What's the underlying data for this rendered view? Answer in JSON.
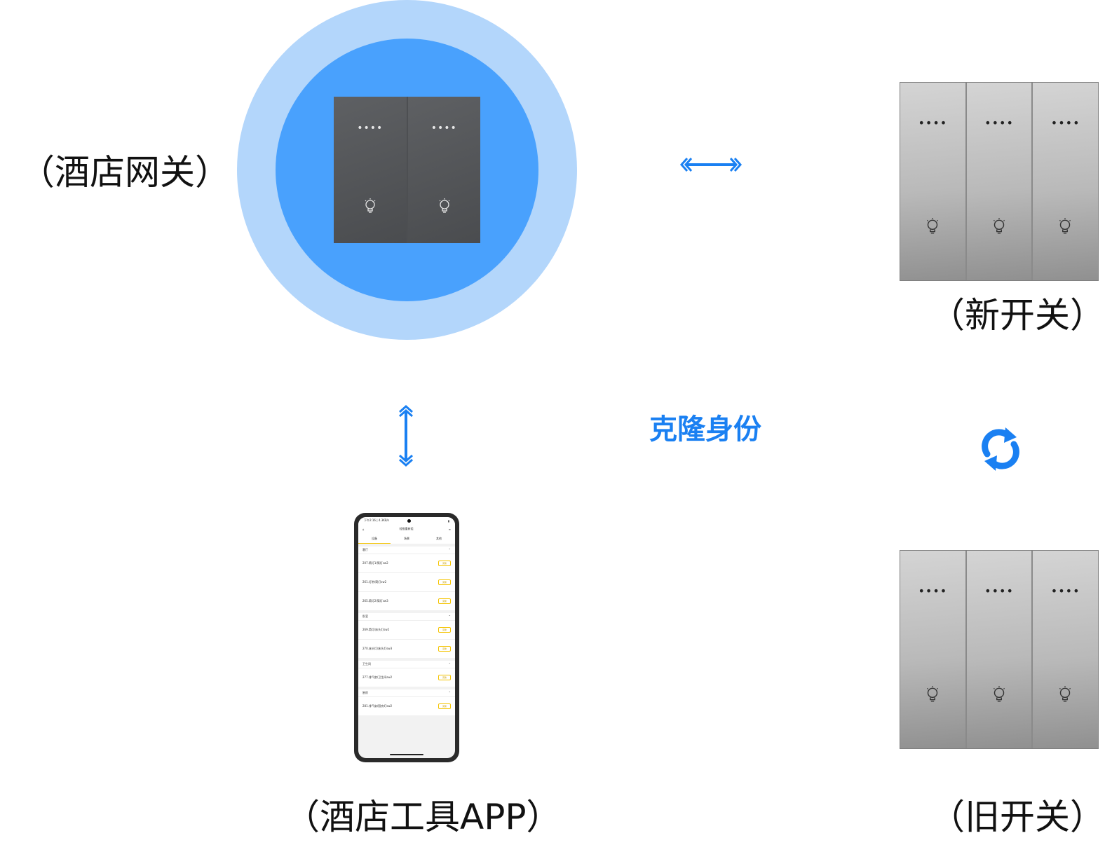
{
  "labels": {
    "gateway": "（酒店网关）",
    "new_switch": "（新开关）",
    "app": "（酒店工具APP）",
    "old_switch": "（旧开关）",
    "clone": "克隆身份"
  },
  "colors": {
    "accent": "#1a80f2",
    "outer_ring": "#b3d6fb",
    "inner_ring": "#49a1fd"
  },
  "icons": [
    "double-arrow-horizontal-icon",
    "double-arrow-vertical-icon",
    "sync-icon",
    "bulb-icon"
  ],
  "phone": {
    "status_left": "下午2:16 | 4.3KB/s",
    "title": "轻推重新组",
    "tabs": [
      "设备",
      "场景",
      "其他"
    ],
    "sections": [
      {
        "name": "客厅",
        "rows": [
          "207.筒灯1/筒灯sw2",
          "261.灯带/筒灯sw2",
          "265.筒灯2/筒灯sw3"
        ]
      },
      {
        "name": "卧室",
        "rows": [
          "269.筒灯/床头灯sw2",
          "270.床头灯/床头灯sw3"
        ]
      },
      {
        "name": "卫生间",
        "rows": [
          "277.排气扇/卫生间sw2"
        ]
      },
      {
        "name": "厨房",
        "rows": [
          "281.排气扇/厨房灯sw2"
        ]
      }
    ],
    "button_label": "克隆"
  }
}
